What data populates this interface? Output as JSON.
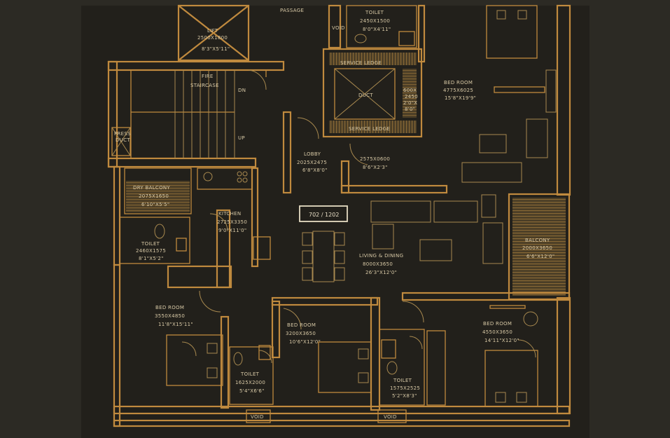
{
  "labels": {
    "passage": "PASSAGE",
    "lift_name": "LIFT",
    "lift_dim": "2500X1800",
    "lift_ft": "8'3\"X5'11\"",
    "void": "VOID",
    "toilet_top_name": "TOILET",
    "toilet_top_dim": "2450X1500",
    "toilet_top_ft": "8'0\"X4'11\"",
    "bed_top_name": "BED ROOM",
    "bed_top_dim": "4775X6025",
    "bed_top_ft": "15'8\"X19'9\"",
    "service_ledge_top": "SERVICE LEDGE",
    "duct": "DUCT",
    "service_ledge_bottom": "SERVICE LEDGE",
    "ledge_dim_1": "600X",
    "ledge_dim_2": "2450",
    "ledge_dim_3": "2'0\"X",
    "ledge_dim_4": "8'0\"",
    "fire_1": "FIRE",
    "fire_2": "STAIRCASE",
    "dn": "DN",
    "up": "UP",
    "press_1": "PRESS",
    "press_2": "DUCT",
    "lobby_name": "LOBBY",
    "lobby_dim": "2025X2475",
    "lobby_ft": "6'8\"X8'0\"",
    "passage2_dim": "2575X0600",
    "passage2_ft": "8'6\"X2'3\"",
    "dry_name": "DRY BALCONY",
    "dry_dim": "2075X1650",
    "dry_ft": "6'10\"X5'5\"",
    "kitchen_name": "KITCHEN",
    "kitchen_dim": "2725X3350",
    "kitchen_ft": "9'0\"X11'0\"",
    "unit": "702 / 1202",
    "balcony_name": "BALCONY",
    "balcony_dim": "2000X3650",
    "balcony_ft": "6'6\"X12'0\"",
    "toilet_left_name": "TOILET",
    "toilet_left_dim": "2460X1575",
    "toilet_left_ft": "8'1\"X5'2\"",
    "living_name": "LIVING & DINING",
    "living_dim": "8000X3650",
    "living_ft": "26'3\"X12'0\"",
    "bed_left_name": "BED ROOM",
    "bed_left_dim": "3550X4850",
    "bed_left_ft": "11'8\"X15'11\"",
    "bed_mid_name": "BED ROOM",
    "bed_mid_dim": "3200X3650",
    "bed_mid_ft": "10'6\"X12'0\"",
    "bed_right_name": "BED ROOM",
    "bed_right_dim": "4550X3650",
    "bed_right_ft": "14'11\"X12'0\"",
    "toilet_bl_name": "TOILET",
    "toilet_bl_dim": "1625X2000",
    "toilet_bl_ft": "5'4\"X6'6\"",
    "toilet_bm_name": "TOILET",
    "toilet_bm_dim": "1575X2525",
    "toilet_bm_ft": "5'2\"X8'3\"",
    "void_bl": "VOID",
    "void_br": "VOID"
  }
}
